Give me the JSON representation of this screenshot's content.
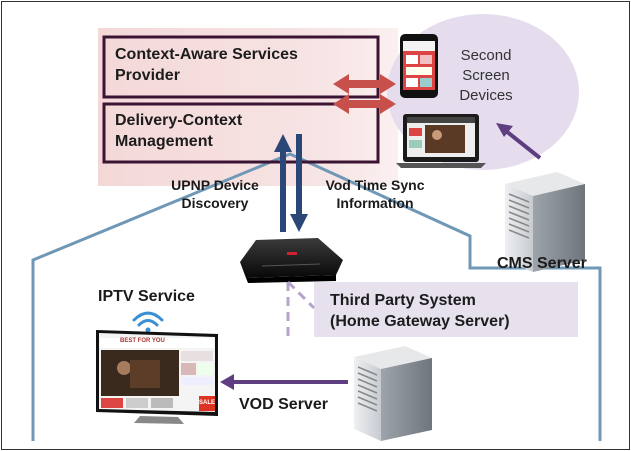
{
  "boxes": {
    "context_aware": "Context-Aware Services\nProvider",
    "delivery_context": "Delivery-Context\nManagement"
  },
  "labels": {
    "upnp": "UPNP Device\nDiscovery",
    "vod_sync": "Vod Time Sync\nInformation",
    "second_screen": "Second\nScreen\nDevices",
    "cms_server": "CMS Server",
    "iptv_service": "IPTV Service",
    "third_party": "Third Party System\n(Home Gateway Server)",
    "vod_server": "VOD Server"
  },
  "screen_texts": {
    "tv_banner": "BEST FOR YOU",
    "sale_badge": "SALE"
  },
  "colors": {
    "pink_panel": "#f6dede",
    "box_border": "#3c1433",
    "second_screen_bg": "#e4dcec",
    "third_party_bg": "#e6e0ec",
    "house_outline": "#6c94b4",
    "up_down_arrows": "#2a4778",
    "side_arrows": "#c8504a",
    "server_arrows": "#5e3e80",
    "dashed_line": "#b4a4cc",
    "wifi": "#3c8ed2"
  },
  "icons": [
    "tablet-icon",
    "laptop-icon",
    "server-icon",
    "router-icon",
    "tv-icon",
    "wifi-icon"
  ]
}
